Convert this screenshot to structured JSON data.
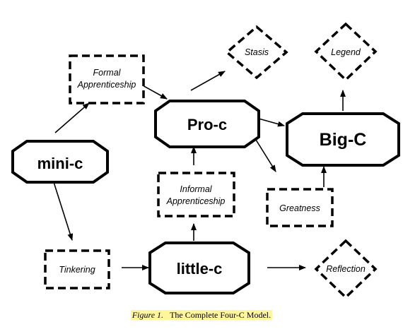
{
  "nodes": {
    "mini_c": "mini-c",
    "pro_c": "Pro-c",
    "big_c": "Big-C",
    "little_c": "little-c",
    "formal_apprenticeship": [
      "Formal",
      "Apprenticeship"
    ],
    "informal_apprenticeship": [
      "Informal",
      "Apprenticeship"
    ],
    "tinkering": "Tinkering",
    "greatness": "Greatness",
    "stasis": "Stasis",
    "legend": "Legend",
    "reflection": "Reflection"
  },
  "caption": {
    "figure_label": "Figure 1.",
    "text": "The Complete Four-C Model."
  },
  "colors": {
    "stroke": "#000000",
    "caption_highlight": "#fff59a"
  }
}
